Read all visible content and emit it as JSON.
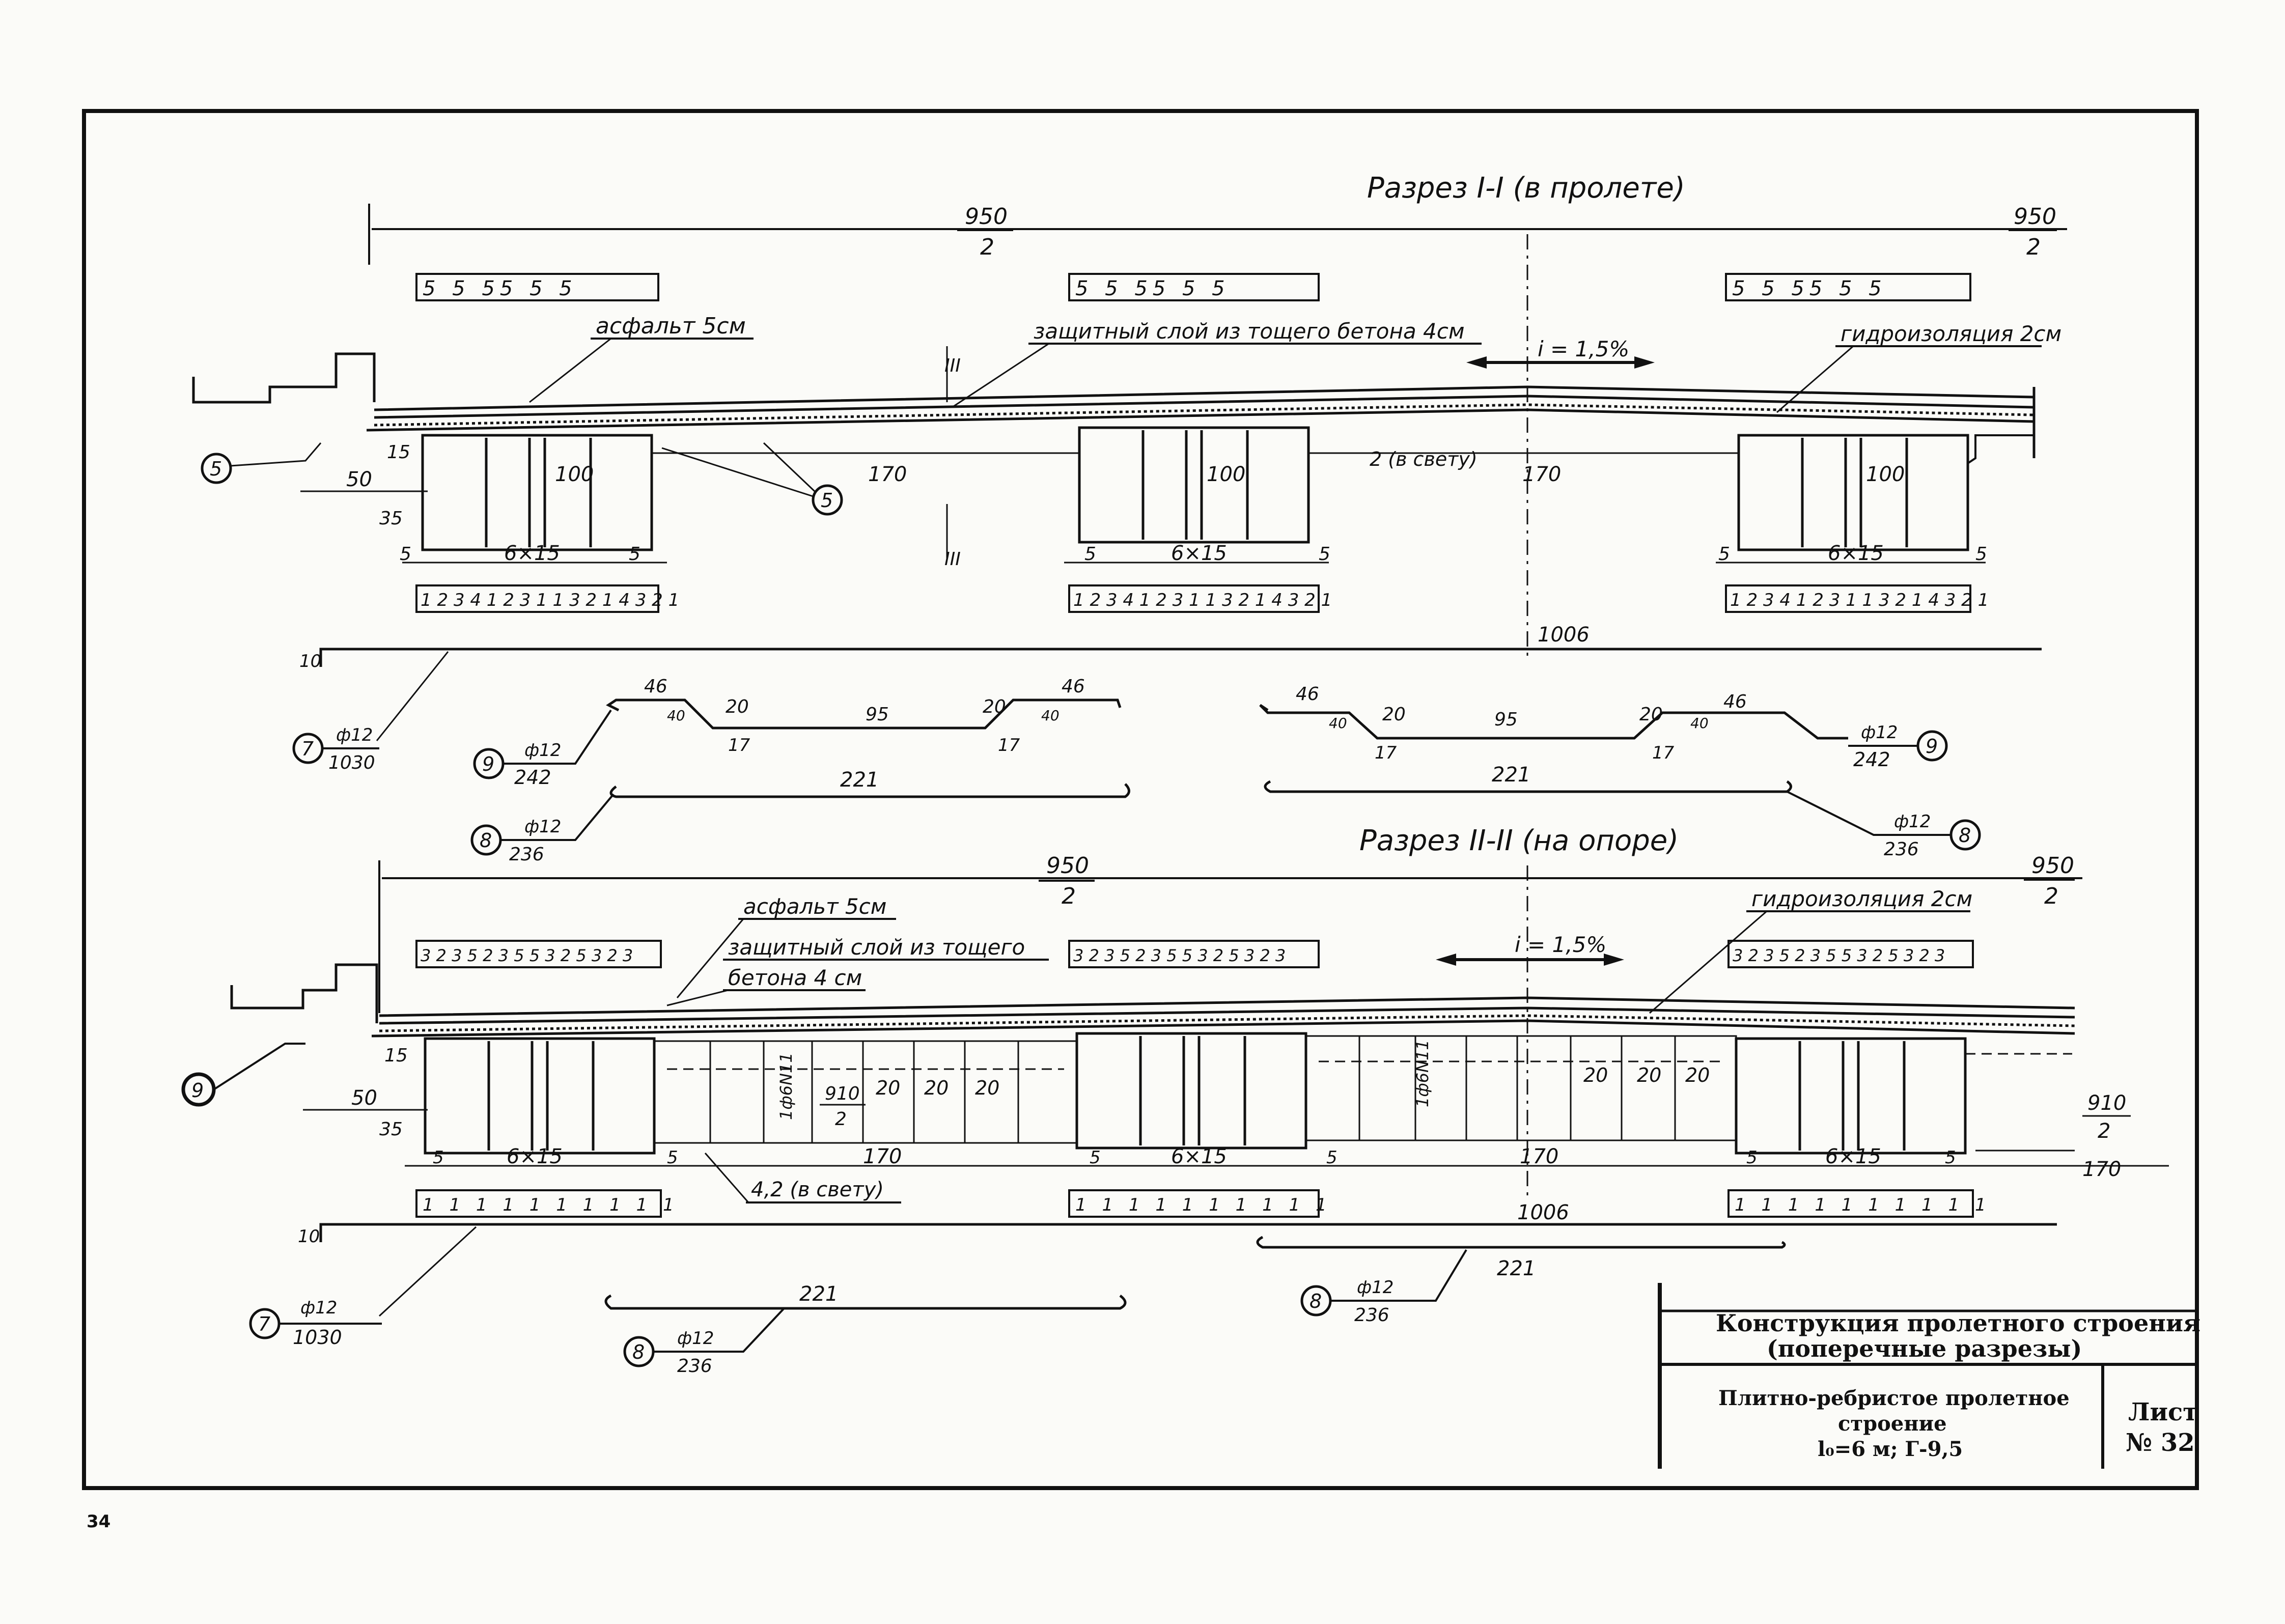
{
  "section1": {
    "title": "Разрез I-I (в пролете)",
    "half_width": {
      "num": "950",
      "den": "2"
    },
    "top_schedules": [
      "5 5 55 5 5",
      "5 5 55 5 5",
      "5 5 55 5 5"
    ],
    "asphalt": "асфальт 5см",
    "protective_layer": "защитный слой из тощего бетона 4см",
    "slope": "i = 1,5%",
    "waterproofing": "гидроизоляция 2см",
    "marker_iii_top": "III",
    "marker_iii_bottom": "III",
    "callout_5": "5",
    "dim_50": "50",
    "dim_100": "100",
    "dim_170": "170",
    "dim_15": "15",
    "dim_35": "35",
    "dim_2_clear": "2 (в свету)",
    "dim_5": "5",
    "dim_6x15": "6×15",
    "bottom_schedules": [
      "1 2 3 4 1 2 3 1 1 3 2 1 4 3 2 1",
      "1 2 3 4 1 2 3 1 1 3 2 1 4 3 2 1",
      "1 2 3 4 1 2 3 1 1 3 2 1 4 3 2 1"
    ]
  },
  "bars_middle": {
    "bar_length_1006": "1006",
    "bar_hook_10": "10",
    "bar7": {
      "mark": "7",
      "dia": "ф12",
      "len": "1030"
    },
    "bar9": {
      "mark": "9",
      "dia": "ф12",
      "len": "242"
    },
    "bar8": {
      "mark": "8",
      "dia": "ф12",
      "len": "236"
    },
    "bend_46": "46",
    "bend_20": "20",
    "bend_40": "40",
    "span_95": "95",
    "leg_17": "17",
    "len_221": "221"
  },
  "section2": {
    "title": "Разрез II-II (на опоре)",
    "half_width": {
      "num": "950",
      "den": "2"
    },
    "top_schedules": [
      "3 2 3 5 2 3 5 5 3 2 5 3 2 3",
      "3 2 3 5 2 3 5 5 3 2 5 3 2 3",
      "3 2 3 5 2 3 5 5 3 2 5 3 2 3"
    ],
    "asphalt": "асфальт 5см",
    "protective_layer_1": "защитный слой из тощего",
    "protective_layer_2": "бетона 4 см",
    "slope": "i = 1,5%",
    "waterproofing": "гидроизоляция 2см",
    "callout_9": "9",
    "dim_50": "50",
    "dim_15": "15",
    "dim_35": "35",
    "diaphragm_bar": "1ф6N11",
    "diaphragm_bar_2": "1ф6N11",
    "half_910": {
      "num": "910",
      "den": "2"
    },
    "dim_20": "20",
    "dim_170": "170",
    "dim_5": "5",
    "dim_6x15": "6×15",
    "dim_42_clear": "4,2 (в свету)",
    "bottom_schedules": [
      "1 1 1 1 1 1 1 1 1 1",
      "1 1 1 1 1 1 1 1 1 1",
      "1 1 1 1 1 1 1 1 1 1"
    ],
    "len_1006": "1006",
    "hook_10": "10",
    "len_221": "221",
    "bar7": {
      "mark": "7",
      "dia": "ф12",
      "len": "1030"
    },
    "bar8a": {
      "mark": "8",
      "dia": "ф12",
      "len": "236"
    },
    "bar8b": {
      "mark": "8",
      "dia": "ф12",
      "len": "236"
    }
  },
  "title_block": {
    "title_1": "Конструкция пролетного строения",
    "title_2": "(поперечные разрезы)",
    "subtitle_1": "Плитно-ребристое пролетное",
    "subtitle_2": "строение",
    "subtitle_3": "l₀=6 м; Г-9,5",
    "sheet_label": "Лист",
    "sheet_number": "№ 32"
  },
  "page_number": "34"
}
